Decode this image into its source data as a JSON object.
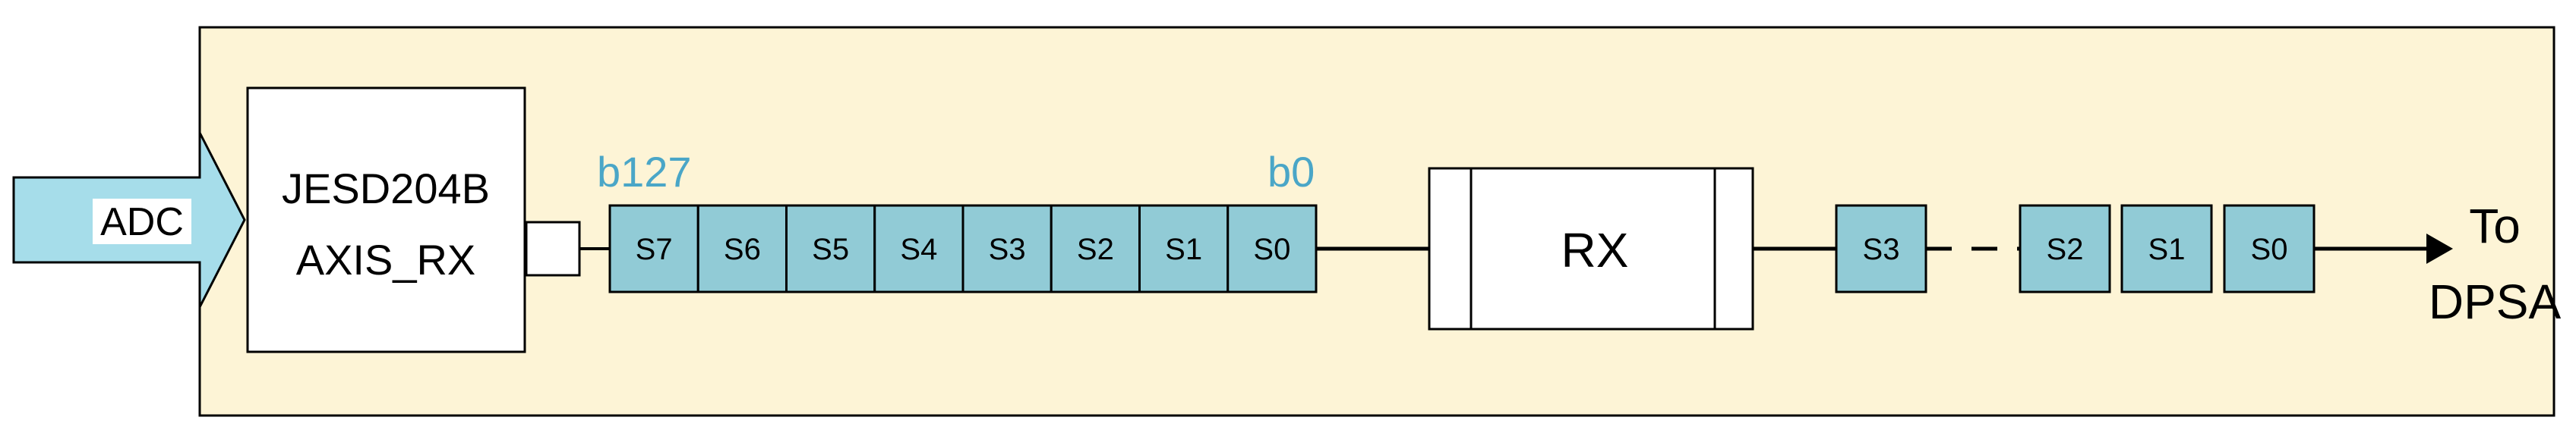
{
  "colors": {
    "background_panel": "#FDF4D6",
    "cell_fill": "#91CBD6",
    "arrow_fill": "#A6DDEA",
    "accent_text": "#4AA6C7",
    "stroke": "#000000"
  },
  "input": {
    "label": "ADC"
  },
  "jesd_block": {
    "line1": "JESD204B",
    "line2": "AXIS_RX"
  },
  "buffer": {
    "msb_label": "b127",
    "lsb_label": "b0",
    "cells": [
      "S7",
      "S6",
      "S5",
      "S4",
      "S3",
      "S2",
      "S1",
      "S0"
    ]
  },
  "rx_block": {
    "label": "RX"
  },
  "output_stream": {
    "cells_left": [
      "S3"
    ],
    "cells_right": [
      "S2",
      "S1",
      "S0"
    ]
  },
  "output": {
    "line1": "To",
    "line2": "DPSA"
  }
}
